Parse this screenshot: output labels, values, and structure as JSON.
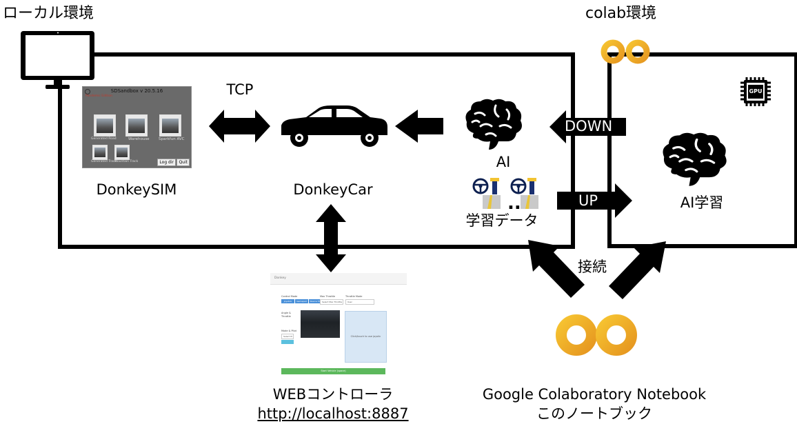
{
  "labels": {
    "local_env": "ローカル環境",
    "colab_env": "colab環境",
    "tcp": "TCP",
    "down": "DOWN",
    "up": "UP",
    "ai": "AI",
    "ai_training": "AI学習",
    "training_data": "学習データ",
    "connect": "接続",
    "donkeysim": "DonkeySIM",
    "donkeycar": "DonkeyCar",
    "web_controller": "WEBコントローラ",
    "web_url": "http://localhost:8887",
    "colab_notebook": "Google Colaboratory Notebook",
    "this_notebook": "このノートブック",
    "gpu": "GPU"
  },
  "sim_screen": {
    "title": "SDSandbox v 20.5.16",
    "edition": "Pandemic Edition",
    "tracks": [
      "Generated Road",
      "Warehouse",
      "Sparkfun AVC",
      "Generated Track",
      "Mountain Track"
    ],
    "buttons": [
      "Log dir",
      "Quit"
    ]
  },
  "web_screen": {
    "brand": "Donkey",
    "control_mode_label": "Control Mode",
    "control_modes": [
      "Joystick",
      "Gamepad",
      "Device Tilt"
    ],
    "max_throttle_label": "Max Throttle",
    "max_throttle_value": "Select Max Throttle",
    "throttle_mode_label": "Throttle Mode",
    "throttle_mode_value": "User",
    "angle_label": "Angle &",
    "throttle_label": "Throttle",
    "mode_pilot_label": "Mode & Pilot",
    "mode_pilot_value": "Select M",
    "joystick_hint": "Click/touch to use joystic",
    "start_button": "Start Vehicle (space)"
  }
}
